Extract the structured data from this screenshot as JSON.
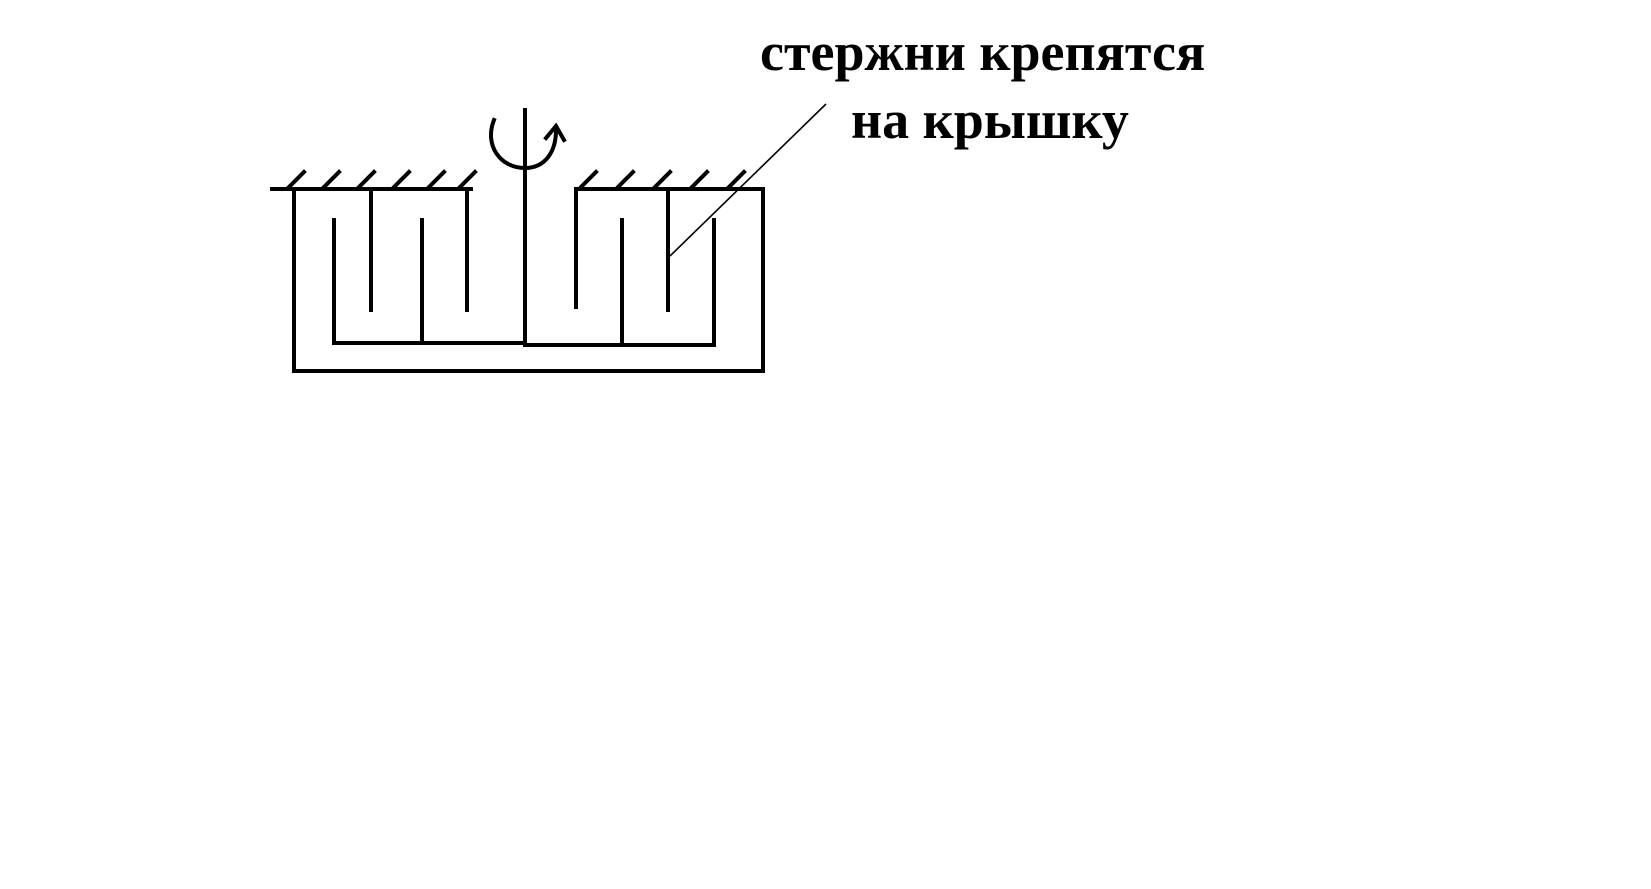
{
  "diagram": {
    "annotation": {
      "line1": "стержни крепятся",
      "line2": "на крышку"
    },
    "elements": {
      "container": "open-vessel",
      "fixed_lid": "hatched-fixed-support",
      "rotor": "comb-rotor-on-shaft",
      "stator_rods": "rods-attached-to-lid",
      "rotation": "rotation-arrow"
    },
    "colors": {
      "ink": "#000000",
      "background": "#ffffff"
    }
  }
}
